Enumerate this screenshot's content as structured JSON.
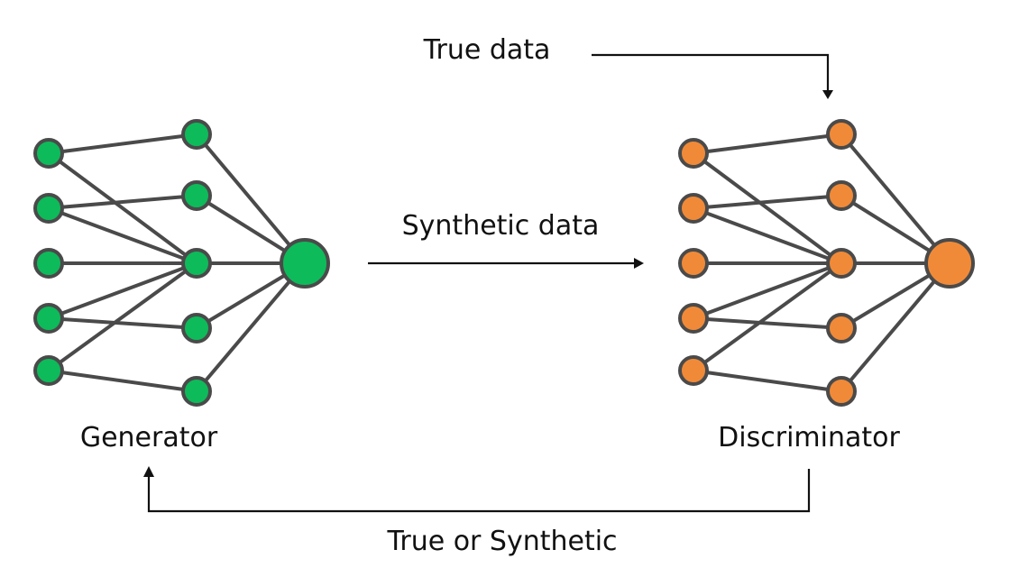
{
  "labels": {
    "true_data": "True data",
    "synthetic_data": "Synthetic data",
    "generator": "Generator",
    "discriminator": "Discriminator",
    "true_or_synthetic": "True or Synthetic"
  },
  "networks": {
    "generator": {
      "color": "#0dbb5a"
    },
    "discriminator": {
      "color": "#f08a38"
    }
  }
}
